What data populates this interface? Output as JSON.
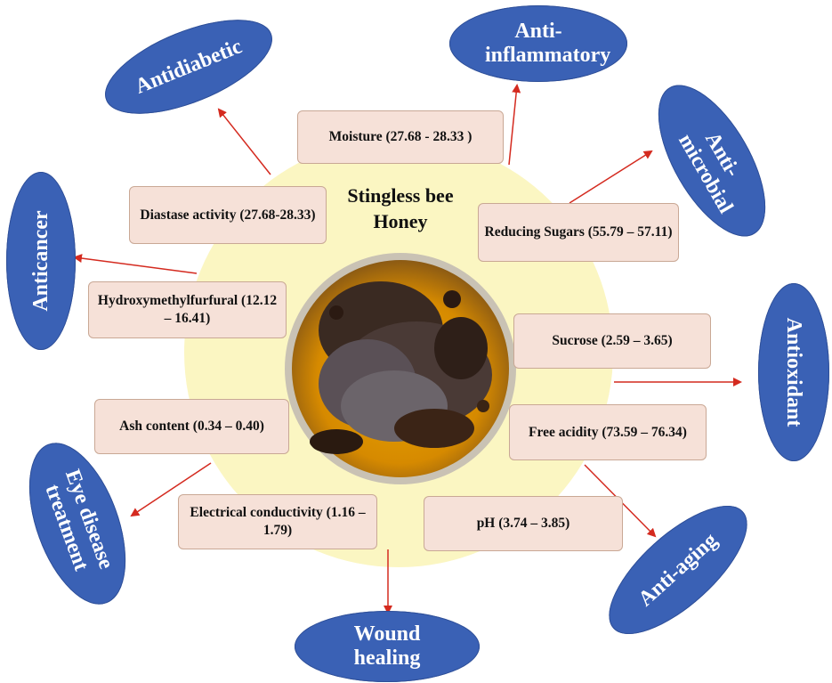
{
  "center": {
    "title": "Stingless bee Honey"
  },
  "properties": {
    "moisture": "Moisture (27.68 - 28.33 )",
    "diastase": "Diastase activity (27.68-28.33)",
    "reducing_sugars": "Reducing Sugars (55.79 – 57.11)",
    "hmf": "Hydroxymethylfurfural (12.12 – 16.41)",
    "sucrose": "Sucrose (2.59 – 3.65)",
    "ash": "Ash content (0.34 – 0.40)",
    "free_acidity": "Free acidity (73.59 – 76.34)",
    "conductivity": "Electrical conductivity (1.16 – 1.79)",
    "ph": "pH (3.74 – 3.85)"
  },
  "benefits": {
    "antidiabetic": "Antidiabetic",
    "anti_inflammatory": "Anti-inflammatory",
    "anti_microbial": "Anti-microbial",
    "anticancer": "Anticancer",
    "antioxidant": "Antioxidant",
    "eye": "Eye disease treatment",
    "anti_aging": "Anti-aging",
    "wound": "Wound healing"
  },
  "colors": {
    "ellipse": "#3a61b5",
    "arrow": "#d42a1f",
    "box": "#f6e1d8",
    "circle": "#fbf6c2"
  }
}
